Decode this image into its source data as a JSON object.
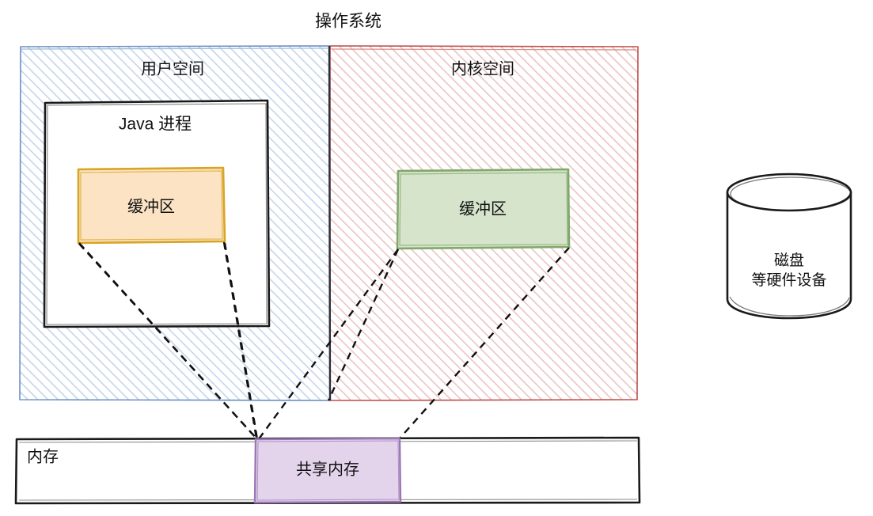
{
  "diagram": {
    "title": "操作系统",
    "colors": {
      "user_space_stroke": "#6b8fc4",
      "user_space_hatch": "#bdd2ea",
      "kernel_space_stroke": "#c0504d",
      "kernel_space_hatch": "#e8b9b7",
      "process_stroke": "#1a1a1a",
      "user_buffer_stroke": "#d8a422",
      "user_buffer_fill": "#fbe3c3",
      "kernel_buffer_stroke": "#7fa86a",
      "kernel_buffer_fill": "#d6e4cb",
      "shared_memory_stroke": "#9b77b5",
      "shared_memory_fill": "#e3d4ec",
      "memory_stroke": "#1a1a1a",
      "disk_stroke": "#1a1a1a",
      "connector_stroke": "#111111"
    },
    "user_space": {
      "label": "用户空间",
      "process": {
        "label": "Java 进程",
        "buffer": {
          "label": "缓冲区"
        }
      }
    },
    "kernel_space": {
      "label": "内核空间",
      "buffer": {
        "label": "缓冲区"
      }
    },
    "memory": {
      "label": "内存",
      "shared": {
        "label": "共享内存"
      }
    },
    "disk": {
      "label_line1": "磁盘",
      "label_line2": "等硬件设备"
    }
  }
}
